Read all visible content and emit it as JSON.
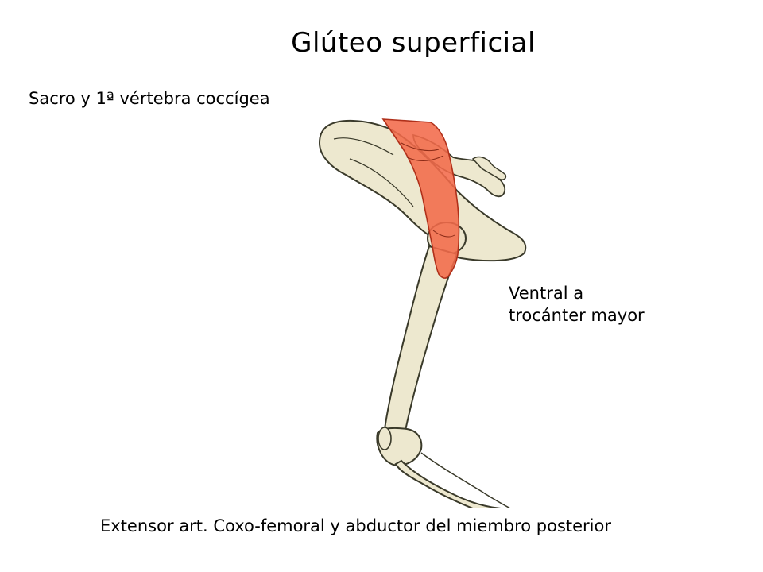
{
  "slide": {
    "title": "Glúteo superficial",
    "origin_label": "Sacro y 1ª vértebra coccígea",
    "insertion_label_line1": "Ventral a",
    "insertion_label_line2": "trocánter mayor",
    "action_label": "Extensor art. Coxo-femoral y abductor del miembro posterior"
  },
  "colors": {
    "bone": "#ede8cf",
    "bone_outline": "#3a3a2a",
    "muscle": "#f26a4a",
    "muscle_outline": "#b0301a"
  }
}
